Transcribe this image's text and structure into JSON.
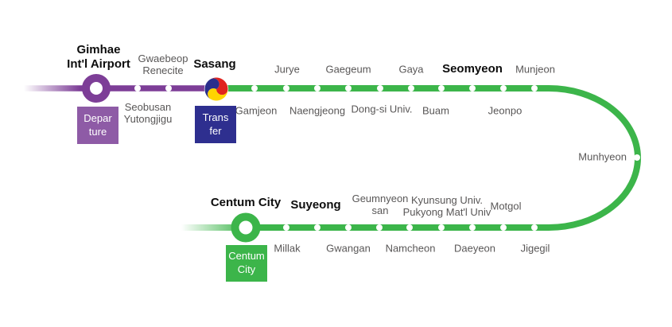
{
  "colors": {
    "airport_line": "#7d3e97",
    "line2": "#3cb54a",
    "departure_badge": "#8e5ba6",
    "transfer_badge": "#2e2f8f",
    "centum_badge": "#3cb54a",
    "station_label": "#595757",
    "major_label": "#0d0d0d",
    "taegeuk_red": "#e0241f",
    "taegeuk_blue": "#2b2e8c",
    "taegeuk_yellow": "#ffd400"
  },
  "badges": {
    "departure": "Depar\nture",
    "transfer": "Trans\nfer",
    "centum_city": "Centum\nCity"
  },
  "icons": {
    "transfer_icon": "busan-metro-transfer-taegeuk"
  },
  "stations": {
    "airport_segment": [
      {
        "id": "gimhae-intl-airport",
        "label": "Gimhae\nInt'l Airport",
        "major": true
      },
      {
        "id": "seobusan-yutongjigu",
        "label": "Seobusan\nYutongjigu",
        "major": false
      },
      {
        "id": "gwaebeop-renecite",
        "label": "Gwaebeop\nRenecite",
        "major": false
      }
    ],
    "line2_top": [
      {
        "id": "sasang",
        "label": "Sasang",
        "major": true,
        "transfer": true
      },
      {
        "id": "gamjeon",
        "label": "Gamjeon",
        "major": false
      },
      {
        "id": "jurye",
        "label": "Jurye",
        "major": false
      },
      {
        "id": "naengjeong",
        "label": "Naengjeong",
        "major": false
      },
      {
        "id": "gaegeum",
        "label": "Gaegeum",
        "major": false
      },
      {
        "id": "dong-si-univ",
        "label": "Dong-si Univ.",
        "major": false
      },
      {
        "id": "gaya",
        "label": "Gaya",
        "major": false
      },
      {
        "id": "buam",
        "label": "Buam",
        "major": false
      },
      {
        "id": "seomyeon",
        "label": "Seomyeon",
        "major": true
      },
      {
        "id": "jeonpo",
        "label": "Jeonpo",
        "major": false
      },
      {
        "id": "munjeon",
        "label": "Munjeon",
        "major": false
      }
    ],
    "curve": [
      {
        "id": "munhyeon",
        "label": "Munhyeon",
        "major": false
      }
    ],
    "line2_bottom": [
      {
        "id": "jigegil",
        "label": "Jigegil",
        "major": false
      },
      {
        "id": "motgol",
        "label": "Motgol",
        "major": false
      },
      {
        "id": "daeyeon",
        "label": "Daeyeon",
        "major": false
      },
      {
        "id": "kyunsung-pukyong-univ",
        "label": "Kyunsung Univ.\nPukyong Mat'l Univ",
        "major": false
      },
      {
        "id": "namcheon",
        "label": "Namcheon",
        "major": false
      },
      {
        "id": "geumnyeonsan",
        "label": "Geumnyeon\nsan",
        "major": false
      },
      {
        "id": "gwangan",
        "label": "Gwangan",
        "major": false
      },
      {
        "id": "suyeong",
        "label": "Suyeong",
        "major": true
      },
      {
        "id": "millak",
        "label": "Millak",
        "major": false
      },
      {
        "id": "centum-city",
        "label": "Centum City",
        "major": true
      }
    ]
  }
}
